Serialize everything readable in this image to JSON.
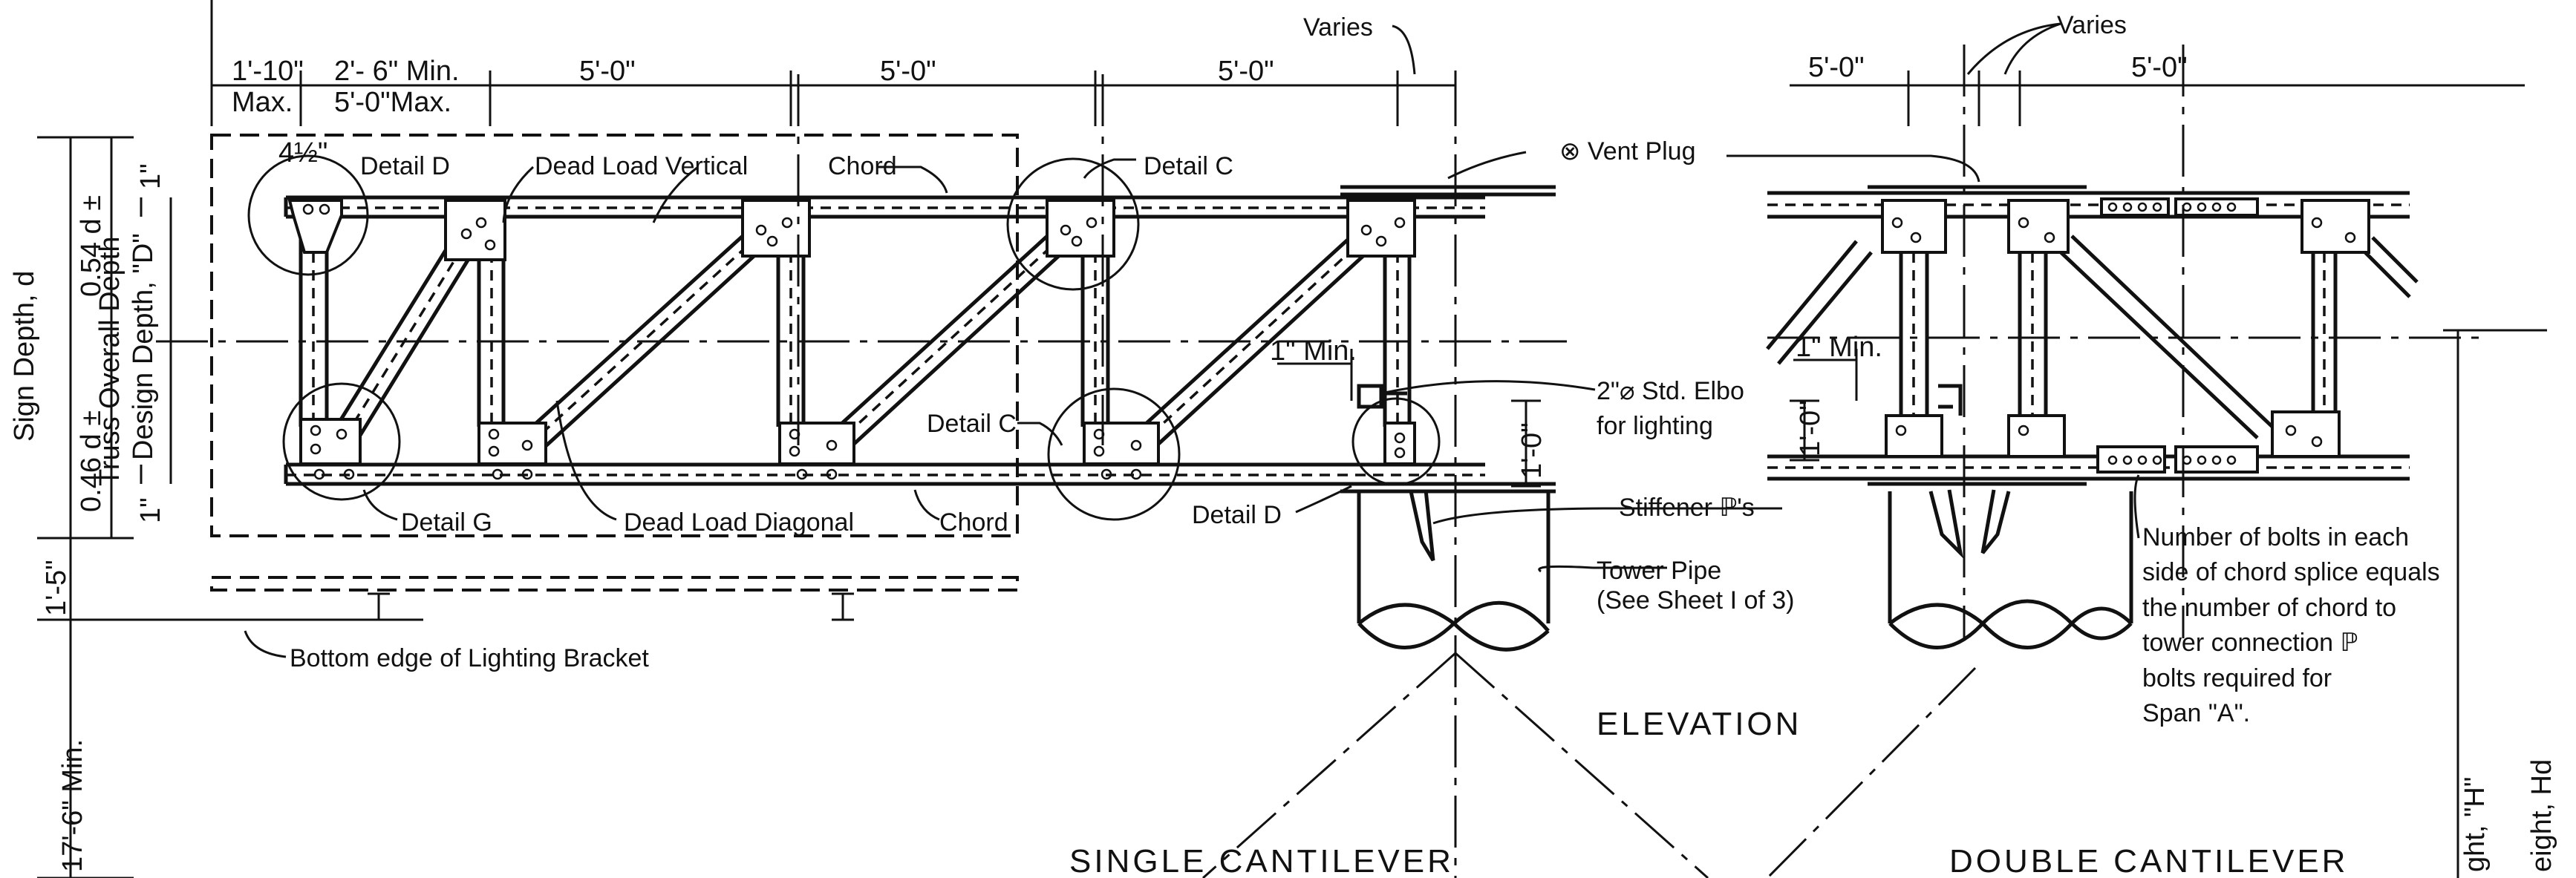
{
  "labels": {
    "varies_left": "Varies",
    "varies_right": "Varies",
    "vent_plug": "⊗ Vent Plug",
    "detail_d_top": "Detail D",
    "dead_load_vertical": "Dead Load Vertical",
    "chord_top": "Chord",
    "detail_c_top": "Detail C",
    "detail_c_bottom": "Detail C",
    "detail_g": "Detail G",
    "dead_load_diagonal": "Dead Load Diagonal",
    "chord_bottom": "Chord",
    "detail_d_bottom": "Detail D",
    "elbow_line1": "2\"⌀ Std. Elbo",
    "elbow_line2": "for lighting",
    "stiffener": "Stiffener ℙ's",
    "tower_pipe_line1": "Tower Pipe",
    "tower_pipe_line2": "(See Sheet I of 3)",
    "bottom_edge": "Bottom edge of Lighting Bracket",
    "bolts_note": [
      "Number of bolts in each",
      "side of chord splice equals",
      "the number of chord to",
      "tower connection ℙ",
      "bolts required for",
      "Span \"A\"."
    ],
    "elevation": "ELEVATION",
    "single_cantilever": "SINGLE  CANTILEVER",
    "double_cantilever": "DOUBLE  CANTILEVER"
  },
  "dimensions": {
    "d1": "1'-10\"",
    "d1_sub": "Max.",
    "d2": "2'- 6\" Min.",
    "d2_sub": "5'-0\"Max.",
    "d3": "5'-0\"",
    "d4": "5'-0\"",
    "d5": "5'-0\"",
    "dbl_left": "5'-0\"",
    "dbl_right": "5'-0\"",
    "four_half": "4½\"",
    "one_in_top": "1\"",
    "one_in_bottom": "1\"",
    "one_min": "1\" Min.",
    "one_min_right": "1\" Min.",
    "one_ft": "1'-0\"",
    "one_ft_right": "1'-0\"",
    "sign_depth": "Sign Depth, d",
    "upper_frac": "0.54 d ±",
    "lower_frac": "0.46 d ±",
    "truss_depth": "Truss Overall Depth",
    "design_depth": "Design Depth, \"D\"",
    "clearance_small": "1'-5\"",
    "clearance_min": "17'-6\" Min.",
    "right_partial_1": "ght, \"H\"",
    "right_partial_2": "eight, Hd"
  },
  "colors": {
    "ink": "#111111",
    "paper": "#ffffff"
  }
}
